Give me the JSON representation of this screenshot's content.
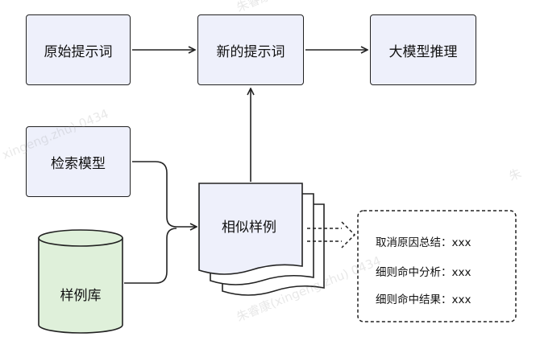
{
  "nodes": {
    "original_prompt": "原始提示词",
    "new_prompt": "新的提示词",
    "llm_inference": "大模型推理",
    "retrieval_model": "检索模型",
    "similar_examples": "相似样例",
    "example_library": "样例库"
  },
  "notes": [
    "取消原因总结：xxx",
    "细则命中分析：xxx",
    "细则命中结果：xxx"
  ],
  "watermark": {
    "a": "朱睿康(xingeng.zhu) 0434",
    "b": "xingeng.zhu) 0434",
    "c": "朱睿康(xingeng.zhu) 0434",
    "d": "朱"
  },
  "colors": {
    "box_fill": "#eef0fb",
    "db_fill": "#dff0da",
    "stroke": "#222222"
  }
}
